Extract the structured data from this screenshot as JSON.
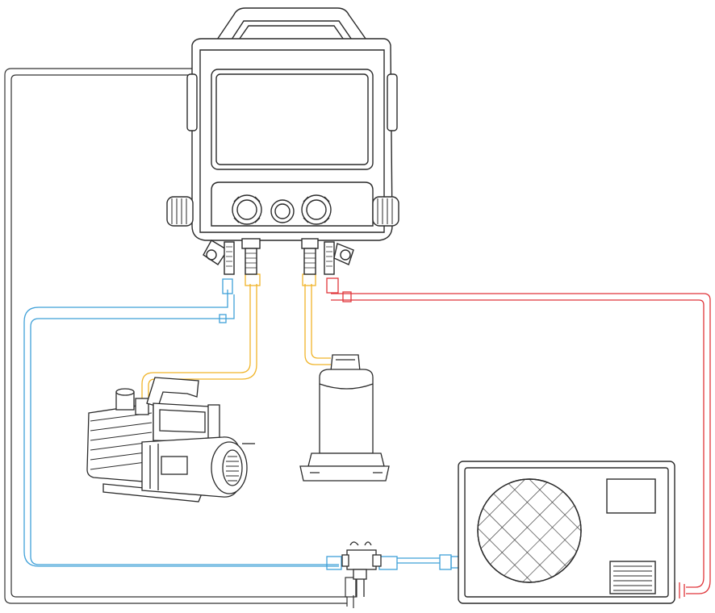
{
  "diagram": {
    "components": {
      "manifold": "digital-manifold-gauge",
      "vacuum_pump": "vacuum-pump",
      "refrigerant_tank": "refrigerant-cylinder",
      "condensing_unit": "outdoor-condensing-unit",
      "service_valve": "service-valve-tee"
    },
    "hoses": [
      {
        "name": "low-side",
        "color": "#3fa0d8"
      },
      {
        "name": "charging",
        "color": "#f0b429"
      },
      {
        "name": "high-side",
        "color": "#e0353a"
      },
      {
        "name": "probe-cable",
        "color": "#333333"
      }
    ],
    "colors": {
      "line": "#2a2a2a",
      "blue": "#3fa0d8",
      "yellow": "#f0b429",
      "red": "#e0353a"
    }
  }
}
